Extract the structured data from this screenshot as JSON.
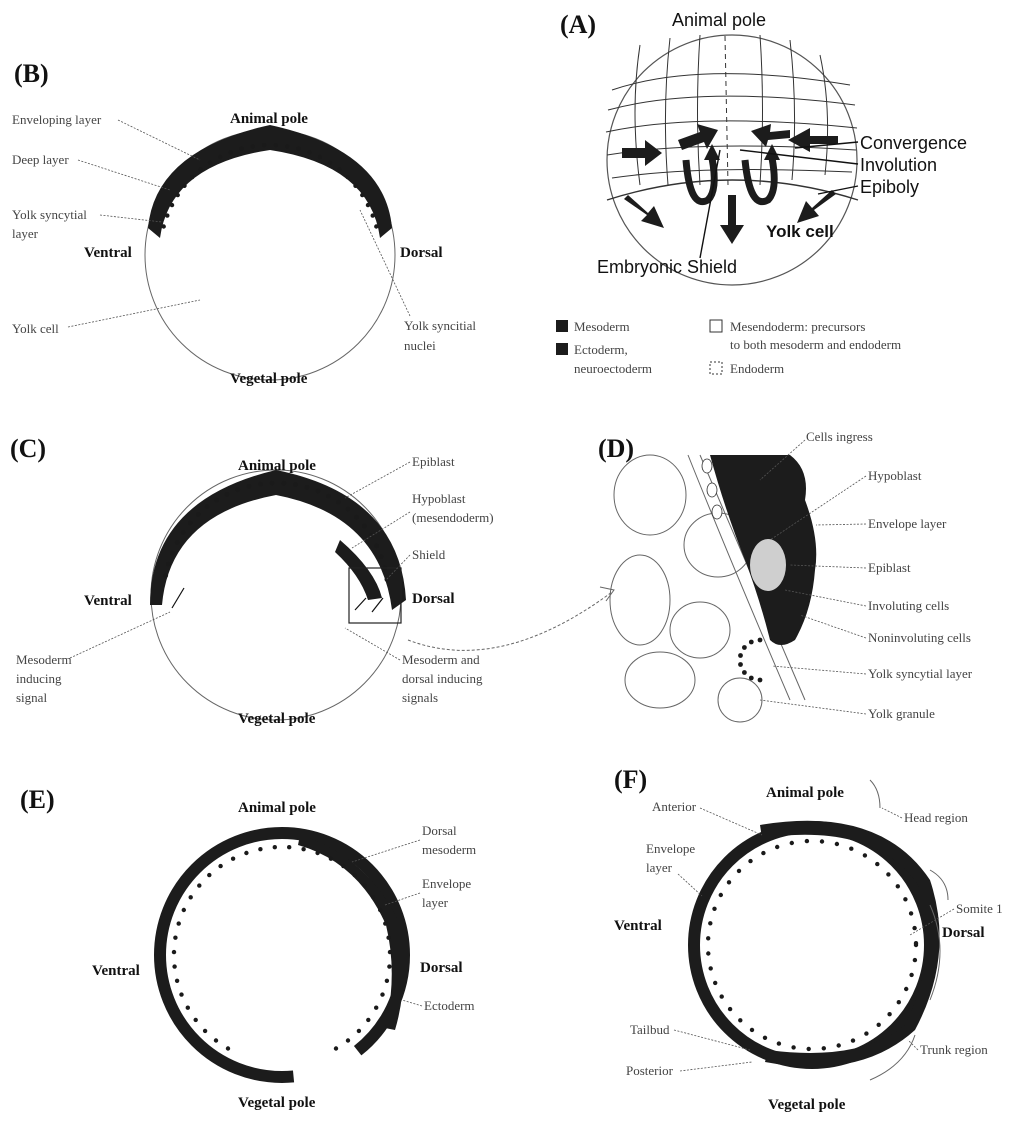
{
  "panels": {
    "A": {
      "letter": "(A)",
      "animal_pole": "Animal pole",
      "convergence": "Convergence",
      "involution": "Involution",
      "epiboly": "Epiboly",
      "yolk_cell": "Yolk cell",
      "embryonic_shield": "Embryonic Shield"
    },
    "legend": {
      "mesoderm": "Mesoderm",
      "ectoderm_1": "Ectoderm,",
      "ectoderm_2": "neuroectoderm",
      "mesendoderm_1": "Mesendoderm: precursors",
      "mesendoderm_2": "to both mesoderm and endoderm",
      "endoderm": "Endoderm"
    },
    "B": {
      "letter": "(B)",
      "animal_pole": "Animal pole",
      "enveloping_layer": "Enveloping layer",
      "deep_layer": "Deep layer",
      "ysl_1": "Yolk syncytial",
      "ysl_2": "layer",
      "ventral": "Ventral",
      "dorsal": "Dorsal",
      "yolk_cell": "Yolk cell",
      "ysn_1": "Yolk syncitial",
      "ysn_2": "nuclei",
      "vegetal_pole": "Vegetal pole"
    },
    "C": {
      "letter": "(C)",
      "animal_pole": "Animal pole",
      "epiblast": "Epiblast",
      "hypoblast_1": "Hypoblast",
      "hypoblast_2": "(mesendoderm)",
      "shield": "Shield",
      "ventral": "Ventral",
      "dorsal": "Dorsal",
      "mis_1": "Mesoderm",
      "mis_2": "inducing",
      "mis_3": "signal",
      "mds_1": "Mesoderm and",
      "mds_2": "dorsal inducing",
      "mds_3": "signals",
      "vegetal_pole": "Vegetal pole"
    },
    "D": {
      "letter": "(D)",
      "cells_ingress": "Cells ingress",
      "hypoblast": "Hypoblast",
      "envelope_layer": "Envelope layer",
      "epiblast": "Epiblast",
      "involuting_cells": "Involuting cells",
      "noninvoluting_cells": "Noninvoluting cells",
      "ysl": "Yolk syncytial layer",
      "yolk_granule": "Yolk granule"
    },
    "E": {
      "letter": "(E)",
      "animal_pole": "Animal pole",
      "dorsal_mesoderm_1": "Dorsal",
      "dorsal_mesoderm_2": "mesoderm",
      "envelope_1": "Envelope",
      "envelope_2": "layer",
      "ventral": "Ventral",
      "dorsal": "Dorsal",
      "ectoderm": "Ectoderm",
      "vegetal_pole": "Vegetal pole"
    },
    "F": {
      "letter": "(F)",
      "animal_pole": "Animal pole",
      "anterior": "Anterior",
      "head_region": "Head region",
      "envelope_1": "Envelope",
      "envelope_2": "layer",
      "somite": "Somite 1",
      "ventral": "Ventral",
      "dorsal": "Dorsal",
      "tailbud": "Tailbud",
      "trunk_region": "Trunk region",
      "posterior": "Posterior",
      "vegetal_pole": "Vegetal pole"
    }
  }
}
